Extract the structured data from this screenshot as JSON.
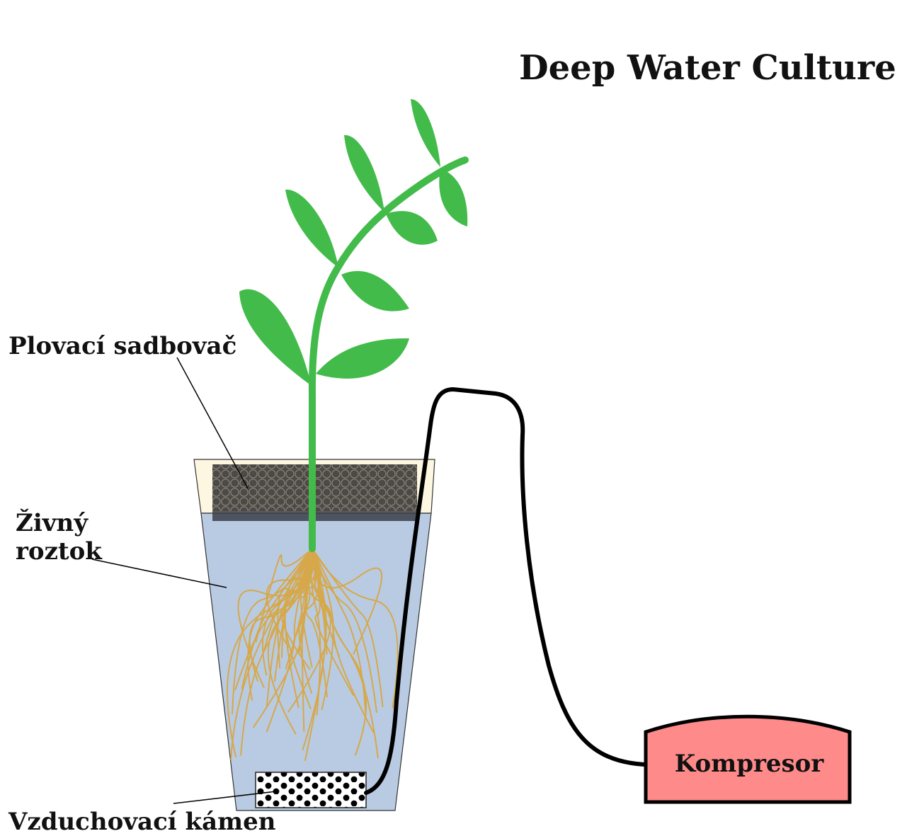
{
  "title": "Deep Water Culture",
  "labels": {
    "net_pot": "Plovací sadbovač",
    "nutrient_solution_line1": "Živný",
    "nutrient_solution_line2": "roztok",
    "air_stone": "Vzduchovací kámen",
    "compressor": "Kompresor"
  },
  "colors": {
    "leaf": "#42bb4a",
    "stem": "#42bb4a",
    "root": "#d6a84a",
    "water": "#b9cbe2",
    "container_rim": "#fdf7e2",
    "net_pot": "#4d4a45",
    "compressor": "#fe8a8a",
    "tube": "#000000",
    "text": "#111111"
  }
}
